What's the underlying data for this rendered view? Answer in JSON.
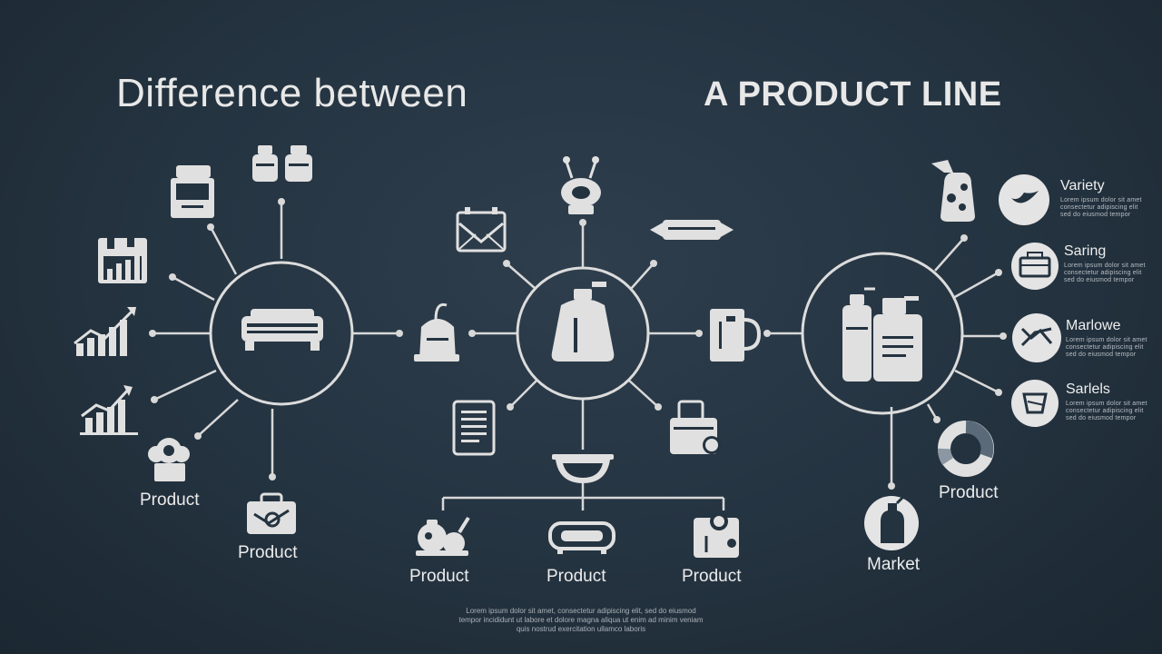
{
  "header": {
    "title_left": "Difference between",
    "title_right": "A PRODUCT LINE"
  },
  "left_hub": {
    "labels": [
      "Product",
      "Product"
    ]
  },
  "center_hub": {
    "labels": [
      "Product",
      "Product",
      "Product"
    ]
  },
  "right_hub": {
    "items": [
      {
        "name": "Variety",
        "sub": [
          "Lorem ipsum dolor sit amet",
          "consectetur adipiscing elit",
          "sed do eiusmod tempor"
        ]
      },
      {
        "name": "Saring",
        "sub": [
          "Lorem ipsum dolor sit amet",
          "consectetur adipiscing elit",
          "sed do eiusmod tempor"
        ]
      },
      {
        "name": "Marlowe",
        "sub": [
          "Lorem ipsum dolor sit amet",
          "consectetur adipiscing elit",
          "sed do eiusmod tempor"
        ]
      },
      {
        "name": "Sarlels",
        "sub": [
          "Lorem ipsum dolor sit amet",
          "consectetur adipiscing elit",
          "sed do eiusmod tempor"
        ]
      }
    ],
    "label_product": "Product",
    "label_market": "Market"
  },
  "footer": {
    "lines": [
      "Lorem ipsum dolor sit amet, consectetur adipiscing elit, sed do eiusmod",
      "tempor incididunt ut labore et dolore magna aliqua ut enim ad minim veniam",
      "quis nostrud exercitation ullamco laboris"
    ]
  },
  "colors": {
    "background": "#243340",
    "line": "#d8d8d8",
    "icon": "#e2e2e2",
    "circle_fill": "#e4e4e4"
  }
}
